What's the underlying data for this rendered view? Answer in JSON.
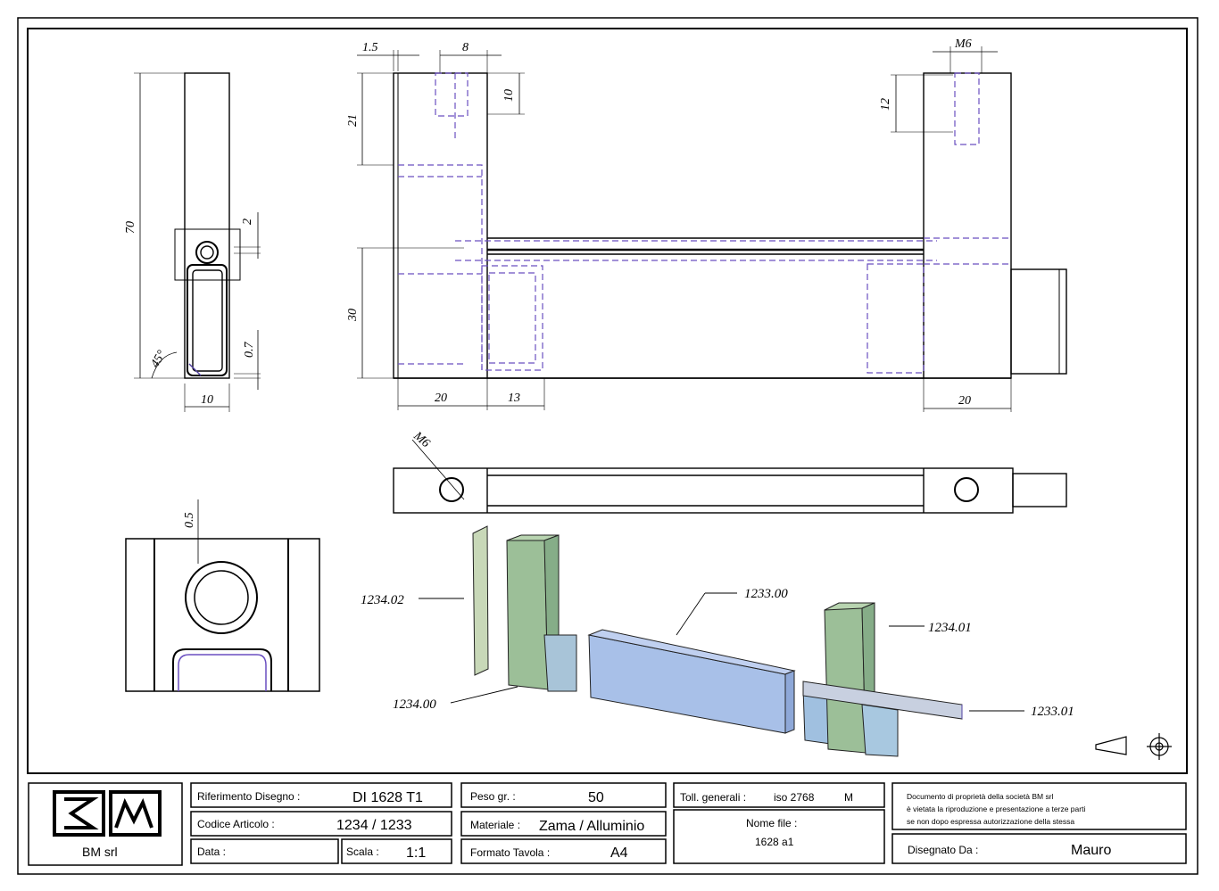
{
  "dimensions": {
    "d_1_5": "1.5",
    "d_8": "8",
    "d_10_top": "10",
    "d_21": "21",
    "d_30": "30",
    "d_20_left": "20",
    "d_13": "13",
    "d_20_right": "20",
    "d_m6_top": "M6",
    "d_12": "12",
    "d_70": "70",
    "d_2": "2",
    "d_0_7": "0.7",
    "d_45": "45°",
    "d_10_side": "10",
    "d_m6_plan": "M6",
    "d_0_5": "0.5"
  },
  "parts": {
    "p_1234_02": "1234.02",
    "p_1234_00": "1234.00",
    "p_1233_00": "1233.00",
    "p_1234_01": "1234.01",
    "p_1233_01": "1233.01"
  },
  "titleblock": {
    "company": "BM srl",
    "ref_label": "Riferimento Disegno :",
    "ref_value": "DI 1628 T1",
    "code_label": "Codice Articolo :",
    "code_value": "1234 / 1233",
    "date_label": "Data :",
    "scale_label": "Scala :",
    "scale_value": "1:1",
    "weight_label": "Peso gr. :",
    "weight_value": "50",
    "material_label": "Materiale :",
    "material_value": "Zama / Alluminio",
    "format_label": "Formato Tavola :",
    "format_value": "A4",
    "toll_label": "Toll. generali :",
    "toll_value": "iso 2768",
    "toll_class": "M",
    "file_label": "Nome file :",
    "file_value": "1628 a1",
    "notice_1": "Documento di proprietà della società BM srl",
    "notice_2": "è vietata la riproduzione e presentazione a terze parti",
    "notice_3": "se non dopo espressa autorizzazione della stessa",
    "drawn_label": "Disegnato Da :",
    "drawn_value": "Mauro"
  }
}
